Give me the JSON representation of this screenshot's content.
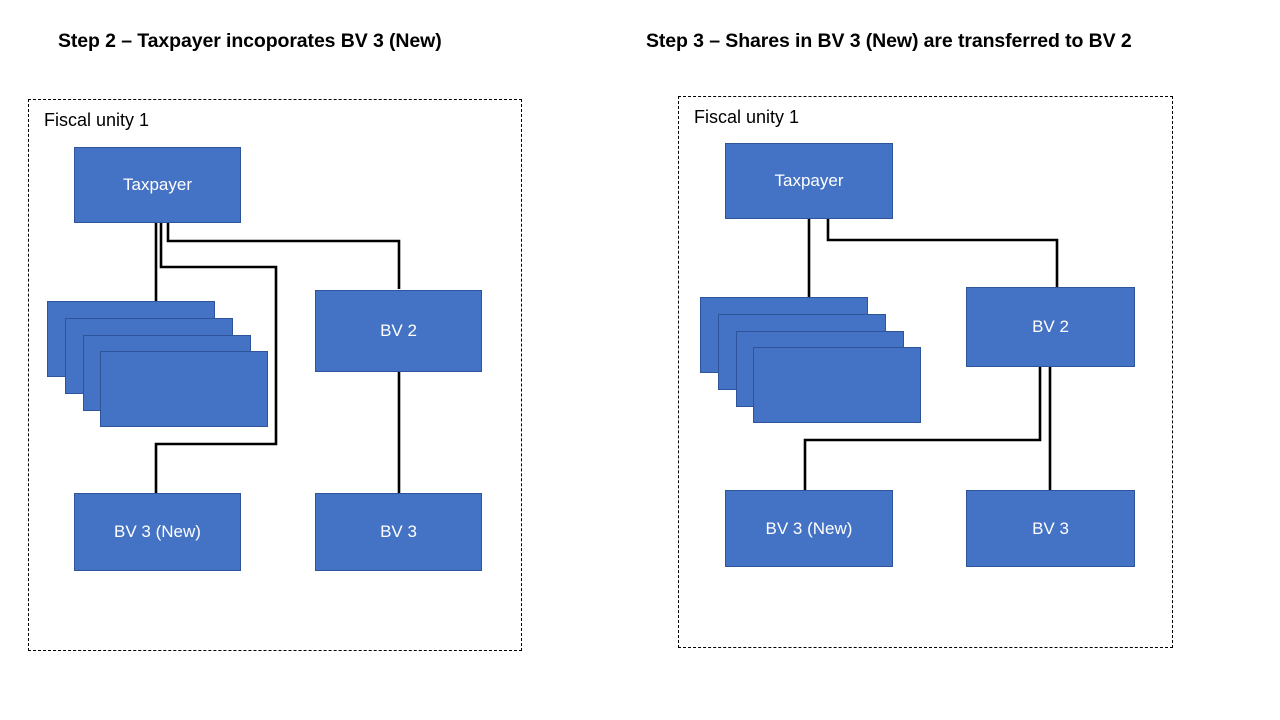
{
  "panels": [
    {
      "id": "step2",
      "title": "Step 2 – Taxpayer incoporates BV 3 (New)",
      "group_label": "Fiscal unity 1",
      "nodes": {
        "taxpayer": "Taxpayer",
        "bv2": "BV 2",
        "bv3": "BV 3",
        "bv3new": "BV 3 (New)",
        "stack": ""
      },
      "stack_count": 4,
      "connections": [
        "taxpayer-to-stack",
        "taxpayer-to-bv2",
        "taxpayer-to-bv3new",
        "bv2-to-bv3"
      ]
    },
    {
      "id": "step3",
      "title": "Step 3 – Shares in BV 3 (New) are transferred to BV 2",
      "group_label": "Fiscal unity 1",
      "nodes": {
        "taxpayer": "Taxpayer",
        "bv2": "BV 2",
        "bv3": "BV 3",
        "bv3new": "BV 3 (New)",
        "stack": ""
      },
      "stack_count": 4,
      "connections": [
        "taxpayer-to-stack",
        "taxpayer-to-bv2",
        "bv2-to-bv3new",
        "bv2-to-bv3"
      ]
    }
  ],
  "colors": {
    "node_fill": "#4472C4",
    "node_border": "#2E5599",
    "node_text": "#FFFFFF",
    "connector": "#000000",
    "group_border": "#000000",
    "background": "#FFFFFF"
  }
}
